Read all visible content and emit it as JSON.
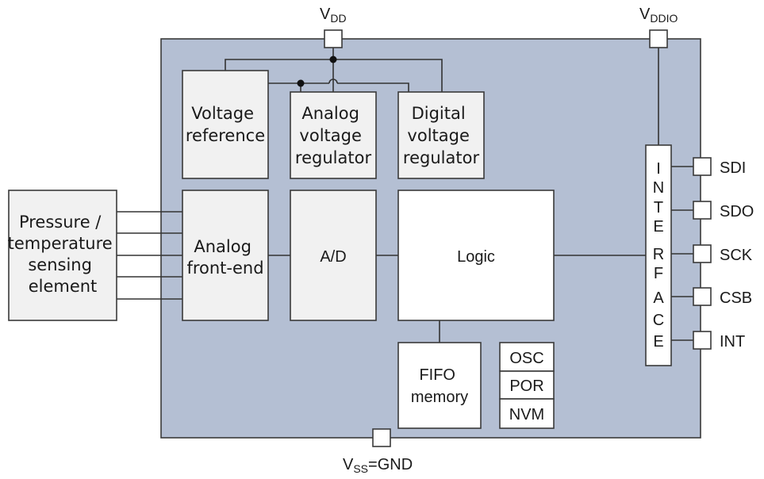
{
  "colors": {
    "chip_body": "#b4bfd3",
    "block_gray": "#f1f1f1",
    "block_white": "#ffffff",
    "line": "#333333"
  },
  "power_pins": {
    "vdd": {
      "main": "V",
      "sub": "DD"
    },
    "vddio": {
      "main": "V",
      "sub": "DDIO"
    },
    "vss": {
      "main": "V",
      "sub": "SS",
      "suffix": "=GND"
    }
  },
  "blocks": {
    "voltage_reference": [
      "Voltage",
      "reference"
    ],
    "analog_voltage_regulator": [
      "Analog",
      "voltage",
      "regulator"
    ],
    "digital_voltage_regulator": [
      "Digital",
      "voltage",
      "regulator"
    ],
    "sensing_element": [
      "Pressure /",
      "temperature",
      "sensing",
      "element"
    ],
    "analog_front_end": [
      "Analog",
      "front-end"
    ],
    "adc": [
      "A/D"
    ],
    "logic": [
      "Logic"
    ],
    "fifo": [
      "FIFO",
      "memory"
    ],
    "osc": "OSC",
    "por": "POR",
    "nvm": "NVM",
    "interface_letters": [
      "I",
      "N",
      "T",
      "E",
      "R",
      "F",
      "A",
      "C",
      "E"
    ]
  },
  "io_pins": [
    "SDI",
    "SDO",
    "SCK",
    "CSB",
    "INT"
  ]
}
